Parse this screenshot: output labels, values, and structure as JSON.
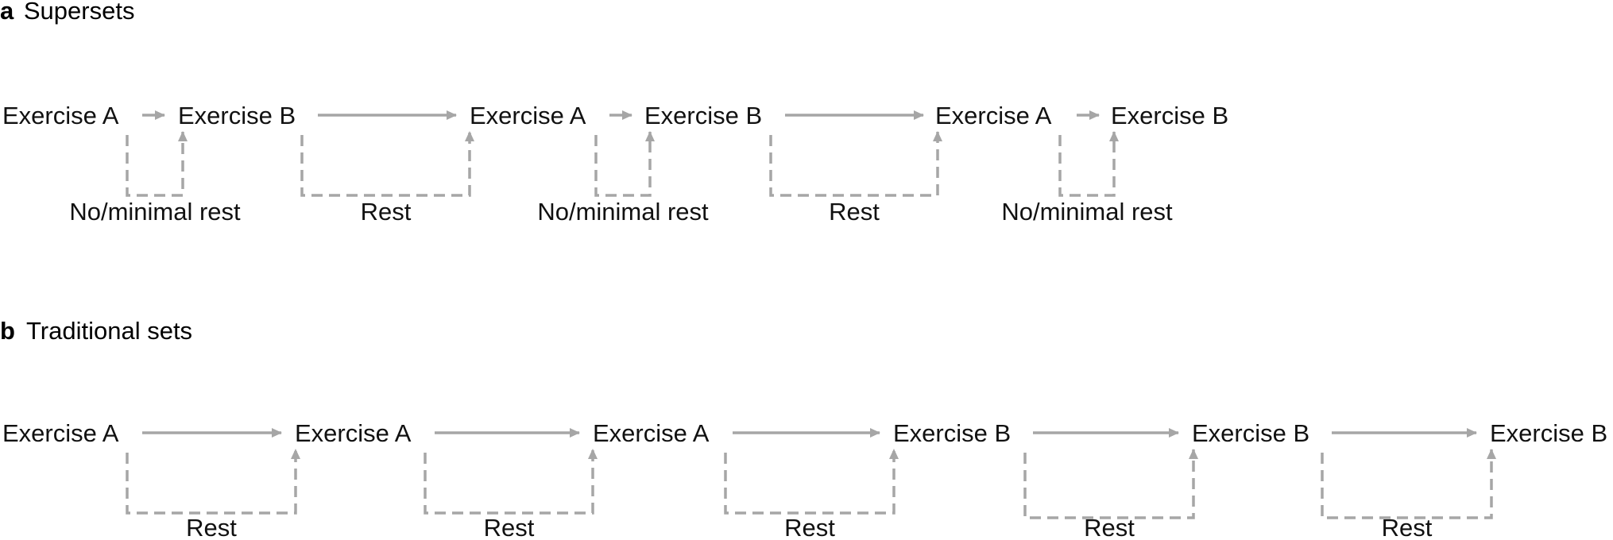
{
  "colors": {
    "text": "#111111",
    "line": "#a6a6a6",
    "background": "#ffffff"
  },
  "panel_a": {
    "letter": "a",
    "title": "Supersets",
    "nodes": [
      "Exercise A",
      "Exercise B",
      "Exercise A",
      "Exercise B",
      "Exercise A",
      "Exercise B"
    ],
    "loop_labels": [
      "No/minimal rest",
      "Rest",
      "No/minimal rest",
      "Rest",
      "No/minimal rest"
    ]
  },
  "panel_b": {
    "letter": "b",
    "title": "Traditional sets",
    "nodes": [
      "Exercise A",
      "Exercise A",
      "Exercise A",
      "Exercise B",
      "Exercise B",
      "Exercise B"
    ],
    "loop_labels": [
      "Rest",
      "Rest",
      "Rest",
      "Rest",
      "Rest"
    ]
  }
}
